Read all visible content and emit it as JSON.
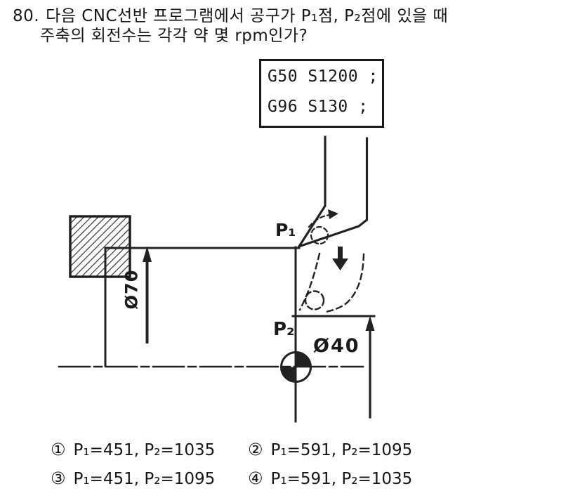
{
  "question": {
    "number": "80.",
    "line1": "다음 CNC선반 프로그램에서 공구가 P₁점, P₂점에 있을 때",
    "line2": "주축의 회전수는 각각 약 몇 rpm인가?"
  },
  "program": {
    "lines": [
      "G50 S1200 ;",
      "G96 S130 ;"
    ]
  },
  "diagram": {
    "p1_label": "P₁",
    "p2_label": "P₂",
    "large_diameter_label": "Ø70",
    "small_diameter_label": "Ø40"
  },
  "options": [
    {
      "num": "①",
      "text": "P₁=451, P₂=1035"
    },
    {
      "num": "②",
      "text": "P₁=591, P₂=1095"
    },
    {
      "num": "③",
      "text": "P₁=451, P₂=1095"
    },
    {
      "num": "④",
      "text": "P₁=591, P₂=1035"
    }
  ],
  "colors": {
    "ink": "#222222",
    "paper": "#ffffff"
  }
}
